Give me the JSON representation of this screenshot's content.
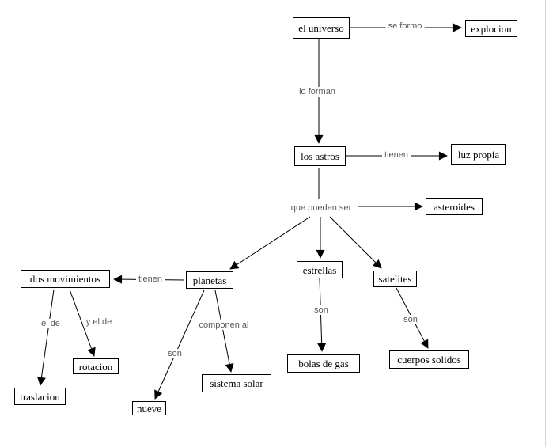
{
  "diagram": {
    "title": "concept map: el universo",
    "background_color": "#ffffff",
    "line_color": "#000000",
    "box_fill": "#ffffff",
    "box_border_color": "#000000",
    "box_text_color": "#000000",
    "label_text_color": "#595959",
    "right_edge_line_color": "#d8d8d8",
    "nodes": [
      {
        "id": "el-universo",
        "label": "el universo"
      },
      {
        "id": "explocion",
        "label": "explocion"
      },
      {
        "id": "los-astros",
        "label": "los astros"
      },
      {
        "id": "luz-propia",
        "label": "luz propia"
      },
      {
        "id": "asteroides",
        "label": "asteroides"
      },
      {
        "id": "planetas",
        "label": "planetas"
      },
      {
        "id": "estrellas",
        "label": "estrellas"
      },
      {
        "id": "satelites",
        "label": "satelites"
      },
      {
        "id": "dos-movimientos",
        "label": "dos movimientos"
      },
      {
        "id": "rotacion",
        "label": "rotacion"
      },
      {
        "id": "traslacion",
        "label": "traslacion"
      },
      {
        "id": "nueve",
        "label": "nueve"
      },
      {
        "id": "sistema-solar",
        "label": "sistema solar"
      },
      {
        "id": "bolas-de-gas",
        "label": "bolas de gas"
      },
      {
        "id": "cuerpos-solidos",
        "label": "cuerpos solidos"
      }
    ],
    "link_labels": [
      {
        "id": "se-formo",
        "label": "se formo"
      },
      {
        "id": "lo-forman",
        "label": "lo forman"
      },
      {
        "id": "tienen-luz",
        "label": "tienen"
      },
      {
        "id": "que-pueden-ser",
        "label": "que pueden ser"
      },
      {
        "id": "tienen-movimientos",
        "label": "tienen"
      },
      {
        "id": "el-de",
        "label": "el de"
      },
      {
        "id": "y-el-de",
        "label": "y el de"
      },
      {
        "id": "son-nueve",
        "label": "son"
      },
      {
        "id": "componen-al",
        "label": "componen al"
      },
      {
        "id": "son-bolas",
        "label": "son"
      },
      {
        "id": "son-cuerpos",
        "label": "son"
      }
    ],
    "edges": [
      {
        "from": "el universo",
        "label": "se formo",
        "to": "explocion"
      },
      {
        "from": "el universo",
        "label": "lo forman",
        "to": "los astros"
      },
      {
        "from": "los astros",
        "label": "tienen",
        "to": "luz propia"
      },
      {
        "from": "los astros",
        "label": "que pueden ser",
        "to": "asteroides"
      },
      {
        "from": "los astros",
        "label": "que pueden ser",
        "to": "planetas"
      },
      {
        "from": "los astros",
        "label": "que pueden ser",
        "to": "estrellas"
      },
      {
        "from": "los astros",
        "label": "que pueden ser",
        "to": "satelites"
      },
      {
        "from": "planetas",
        "label": "tienen",
        "to": "dos movimientos"
      },
      {
        "from": "dos movimientos",
        "label": "el de",
        "to": "traslacion"
      },
      {
        "from": "dos movimientos",
        "label": "y el de",
        "to": "rotacion"
      },
      {
        "from": "planetas",
        "label": "son",
        "to": "nueve"
      },
      {
        "from": "planetas",
        "label": "componen al",
        "to": "sistema solar"
      },
      {
        "from": "estrellas",
        "label": "son",
        "to": "bolas de gas"
      },
      {
        "from": "satelites",
        "label": "son",
        "to": "cuerpos solidos"
      }
    ]
  }
}
